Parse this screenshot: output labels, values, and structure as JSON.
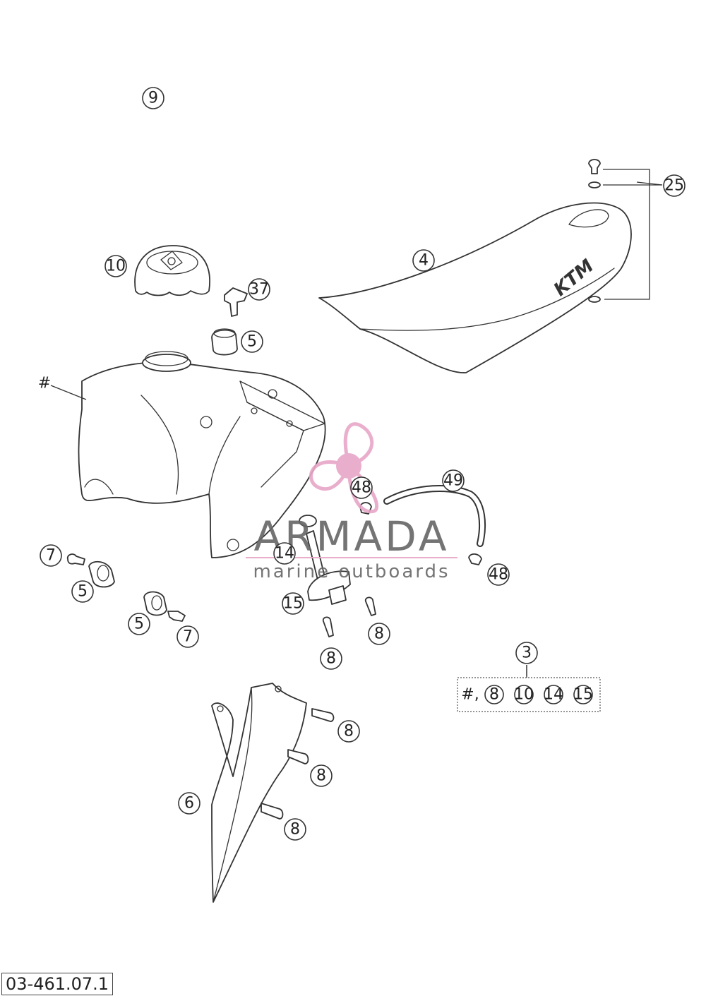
{
  "callouts": {
    "c9": "9",
    "c10": "10",
    "c37": "37",
    "c5a": "5",
    "c4": "4",
    "c25": "25",
    "hash": "#",
    "c7a": "7",
    "c5b": "5",
    "c5c": "5",
    "c7b": "7",
    "c14": "14",
    "c15": "15",
    "c48a": "48",
    "c49": "49",
    "c48b": "48",
    "c8a": "8",
    "c8b": "8",
    "c3": "3",
    "c8c": "8",
    "c8d": "8",
    "c6": "6",
    "c8e": "8"
  },
  "kit_box": {
    "hash": "#,",
    "items": [
      "8",
      "10",
      "14",
      "15"
    ]
  },
  "watermark": {
    "brand": "ARMADA",
    "tagline": "marine outboards",
    "colors": {
      "logo": "#e8a6c8",
      "text": "#666666"
    }
  },
  "seat_logo": "KTM",
  "doc_number": "03-461.07.1"
}
